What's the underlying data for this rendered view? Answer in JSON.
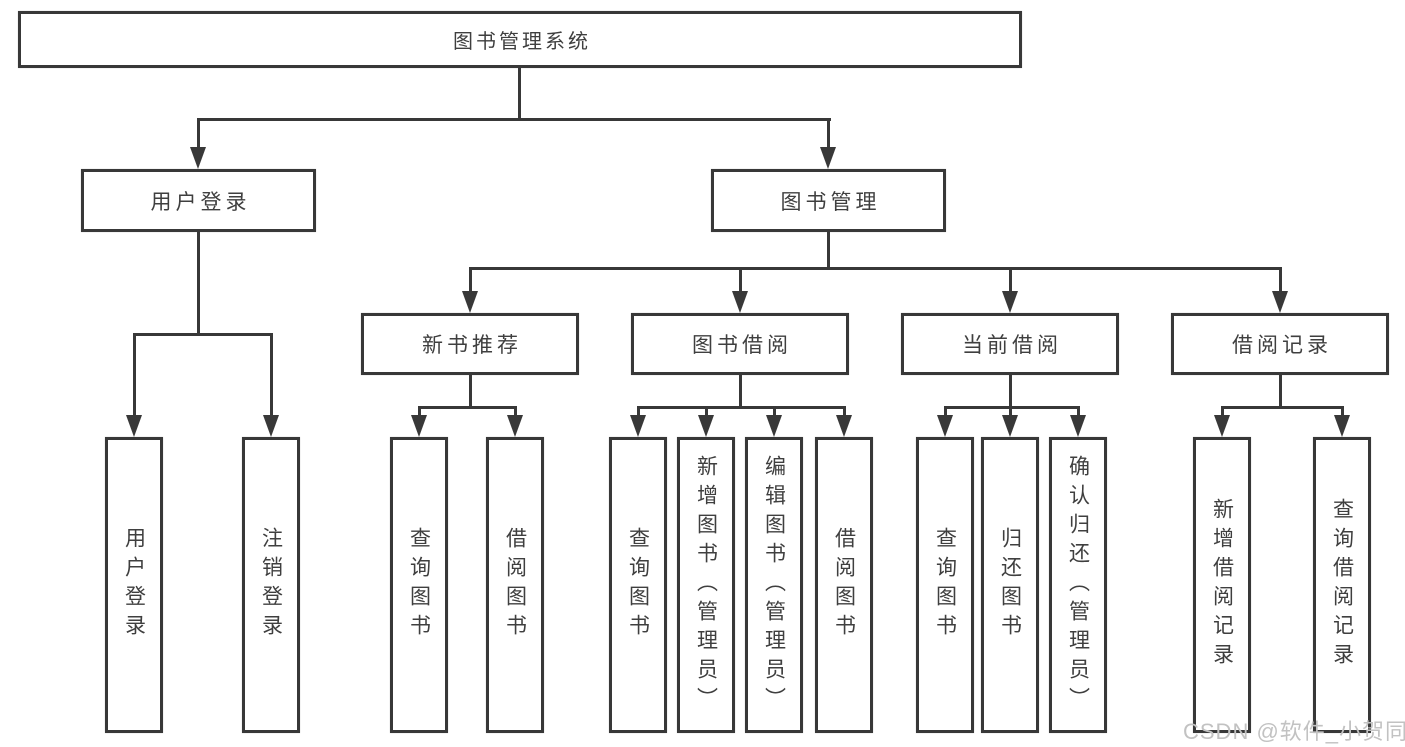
{
  "diagram_title": "图书管理系统",
  "nodes": {
    "root": "图书管理系统",
    "l2": [
      "用户登录",
      "图书管理"
    ],
    "l3": [
      "新书推荐",
      "图书借阅",
      "当前借阅",
      "借阅记录"
    ],
    "leaves": [
      "用户登录",
      "注销登录",
      "查询图书",
      "借阅图书",
      "查询图书",
      "新增图书（管理员）",
      "编辑图书（管理员）",
      "借阅图书",
      "查询图书",
      "归还图书",
      "确认归还（管理员）",
      "新增借阅记录",
      "查询借阅记录"
    ]
  },
  "watermark": "CSDN @软件_小贺同学",
  "colors": {
    "line": "#383838",
    "text": "#3f3f3f",
    "watermark": "#c2c2c2",
    "background": "#ffffff"
  }
}
